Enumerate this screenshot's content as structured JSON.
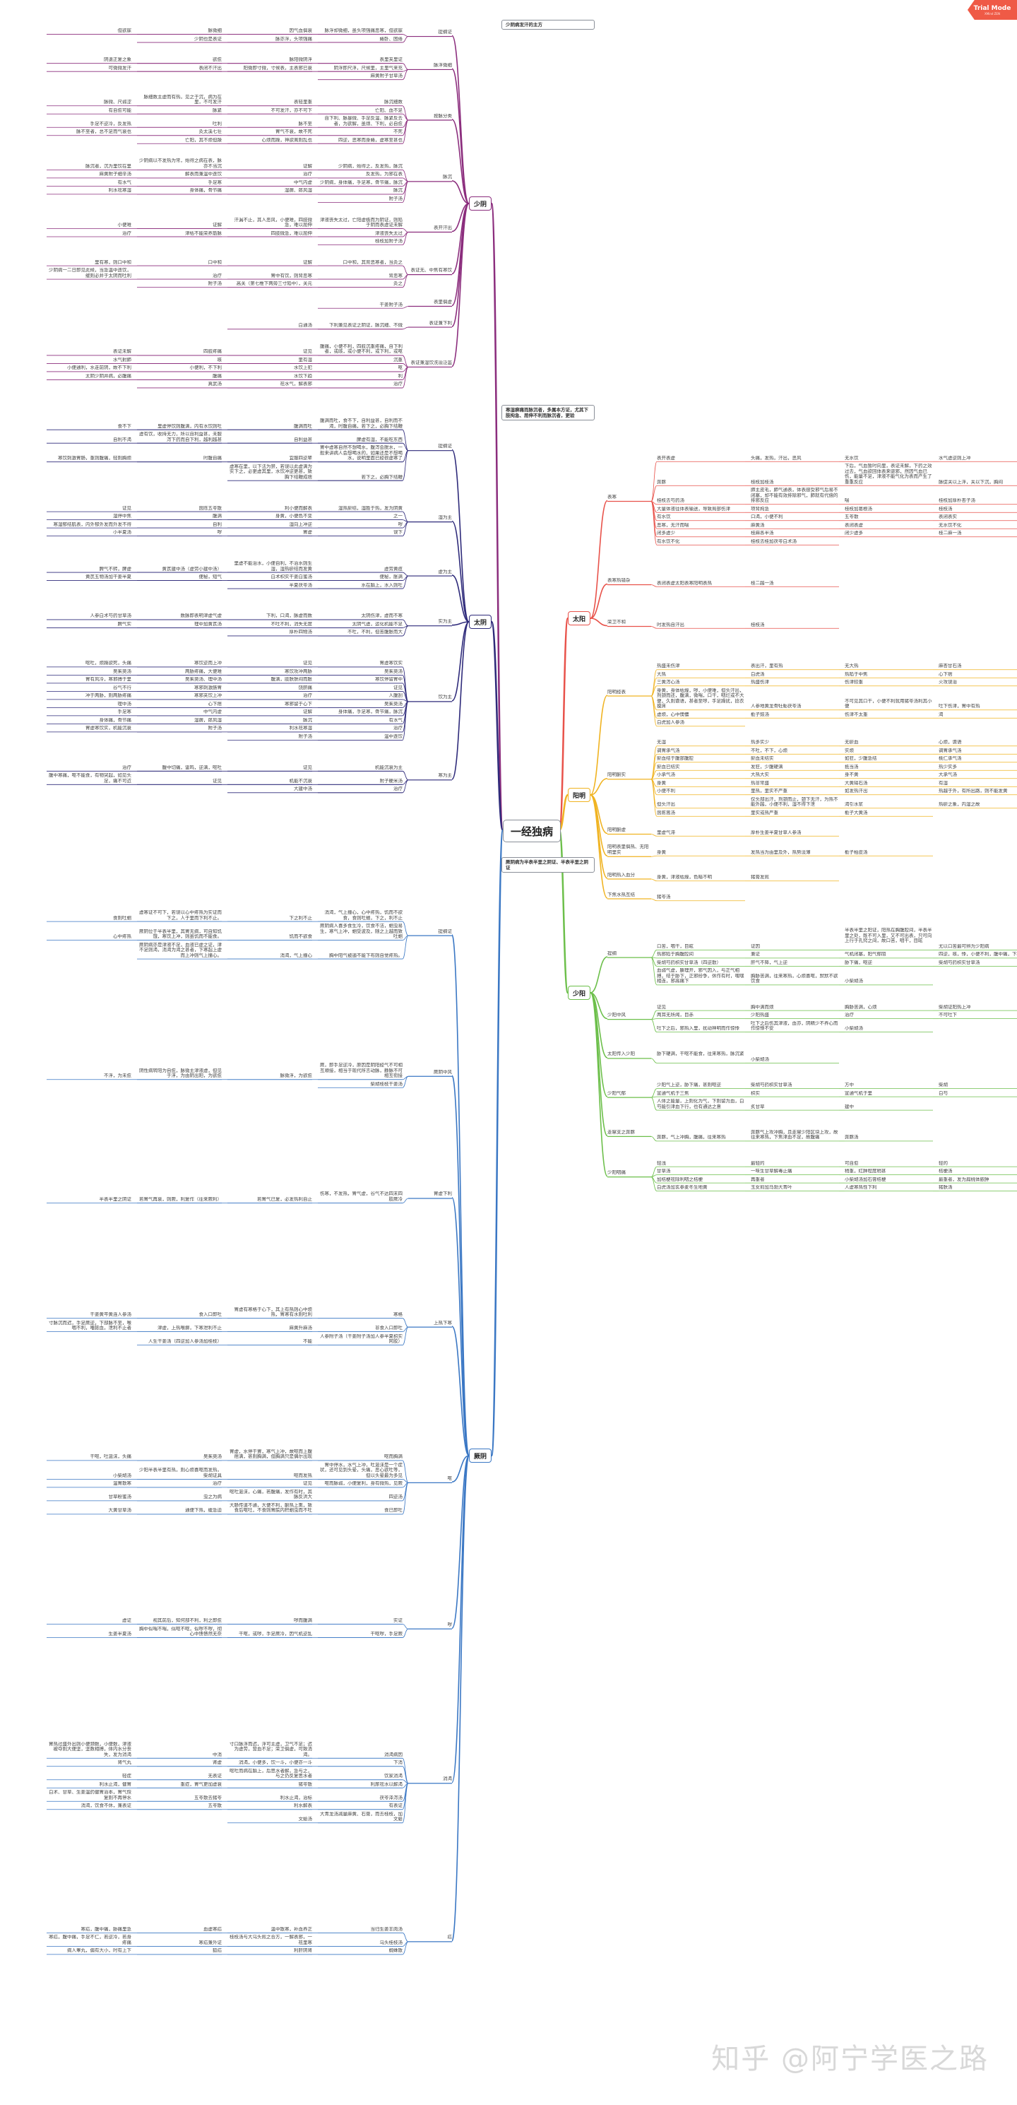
{
  "root": {
    "title": "一经独病"
  },
  "badge": {
    "title": "Trial Mode",
    "subtitle": "XMind ZEN"
  },
  "watermark": "知乎 @阿宁学医之路",
  "colors": {
    "shaoyin": "#8b2d7d",
    "taiyin": "#2e2a7a",
    "jueyin": "#3a77c4",
    "taiyang": "#e8524a",
    "yangming": "#f0b321",
    "shaoyang": "#6cbf4a"
  },
  "branches": [
    {
      "key": "shaoyin",
      "side": "left",
      "label": "少阴",
      "children": [
        {
          "label": "提纲证",
          "items": [
            "脉浮却微细，虽头项强痛恶寒，但欲寐",
            "因气血俱衰",
            "脉微细",
            "但欲寐",
            "蜷卧、困倦",
            "脉亦浮，头项强痛",
            "少阴也是表证"
          ]
        },
        {
          "label": "脉浮微细",
          "items": [
            "表里夹里证",
            "脉阳微阴浮",
            "欲愈",
            "阴退正复之象",
            "阴浮即尺浮，尺候里，主里气来充",
            "阳微即寸微，寸候表，主表邪已衰",
            "表闭不汗出",
            "可微微发汗",
            "麻黄附子甘草汤"
          ]
        },
        {
          "label": "按脉分类",
          "items": [
            "脉沉细数",
            "表轻里重",
            "脉细数主虚而有热，见之于沉，病为在里，不可发汗",
            "脉微、尺弱涩",
            "亡阳、血不足",
            "不可发汗，亦不可下",
            "脉紧",
            "有自愈可能",
            "自下利、脉暴微、手足反温、脉紧反去者，为欲解，虽烦、下利，必自愈",
            "脉不至",
            "吐利",
            "手足不逆冷，反发热",
            "不死",
            "胃气不衰，故不死",
            "灸太溪七壮",
            "脉不至者，总不足而气衰也",
            "四逆，恶寒而身蜷，虚寒至甚也",
            "心烦而躁，神欲离则乱也",
            "亡阳，其不烦但躁"
          ]
        },
        {
          "label": "脉沉",
          "items": [
            "少阴病，始得之，反发热，脉沉",
            "证解",
            "少阴病以不发热为常，始得之病在表，脉亦不当沉",
            "脉沉者，沉为里饮在里",
            "反发热，为邪在表",
            "治疗",
            "解表而兼温中逐饮",
            "麻黄附子细辛汤",
            "少阴病，身体痛，手足寒，骨节痛，脉沉",
            "中气内虚",
            "手足寒",
            "有水气",
            "脉沉",
            "湿痹、郎风湿",
            "身体痛，骨节痛",
            "利水祛寒湿",
            "附子汤"
          ]
        },
        {
          "label": "表开汗出",
          "items": [
            "津液丧失太过，亡阳虚极而为阴证，则陷于阴而表虚证未解",
            "汗漏不止，其人恶风，小便难，四肢微急，难以屈伸",
            "证解",
            "小便难",
            "津液丧失太过",
            "四肢微急，难以屈伸",
            "津枯不能荣养筋脉",
            "治疗",
            "桂枝加附子汤"
          ]
        },
        {
          "label": "表证无、中焦有寒饮",
          "items": [
            "口中和，其背恶寒者，当灸之",
            "证解",
            "口中和",
            "里有寒，则口中和",
            "背恶寒",
            "胃中有饮，则背恶寒",
            "治疗",
            "少阴病一二日即见此候，当急温中逐饮，缓则必并于太阴而吐利",
            "灸之",
            "高关（第七椎下两旁三寸陷中），关元",
            "附子汤"
          ]
        },
        {
          "label": "表里俱虚",
          "items": [
            "干姜附子汤"
          ]
        },
        {
          "label": "表证兼下利",
          "items": [
            "下利兼见表证之阴证，脉沉细、不微",
            "白通汤"
          ]
        },
        {
          "label": "表证兼湿饮洗溢泛滥",
          "items": [
            "腹痛，小便不利，四肢沉重疼痛，自下利者，或咳，或小便不利，或下利，或呕",
            "证见",
            "四肢疼痛",
            "表证未解",
            "沉重",
            "里有湿",
            "咳",
            "水气射肺",
            "呕",
            "水饮上犯",
            "小便利，不下利",
            "小便通利，水走前阴，故不下利",
            "利",
            "水饮下趋",
            "腹痛",
            "太阴少阴并病，必腹痛",
            "治疗",
            "祛水气，解表邪",
            "真武汤"
          ]
        }
      ]
    },
    {
      "key": "taiyin",
      "side": "left",
      "label": "太阴",
      "children": [
        {
          "label": "提纲证",
          "items": [
            "腹满而吐，食不下，自利益甚，自利而不渴，时腹自痛，若下之，必胸下结鞭",
            "腹满而吐",
            "里虚停饮则腹满，内有水饮则吐",
            "食不下",
            "脾虚有湿，不能吃东西",
            "自利益甚",
            "虚有饮，收持无力，所以自利益甚，未服泻下药而自下利，越利越甚",
            "自利不渴",
            "胃中虚寒自然不想喝水，腹泻会脱水，一般来讲病人会想喝水的，如果还是不想喝水，说明里面已经很虚寒了",
            "宜服四逆辈",
            "时腹自痛",
            "寒饮刺激胃肠，重则腹痛，轻则胸烦",
            "若下之，必胸下结鞭",
            "虚寒在里，以下法为禁，若误以此虚满为实下之，必更虚其里，水饮冲逆更甚，致胸下结鞭成痞"
          ]
        },
        {
          "label": "湿为主",
          "items": [
            "湿热瘀结，湿胜于热，发为阴黄",
            "利小便而解表",
            "茵陈五苓散",
            "证见",
            "之一",
            "身黄，小便色不变",
            "腹满",
            "湿停中焦",
            "哕",
            "湿向上冲逆",
            "自利",
            "寒湿郁结肌表，内外郁外发而外发不得",
            "误下",
            "胃虚",
            "哕",
            "小半夏汤"
          ]
        },
        {
          "label": "虚为主",
          "items": [
            "虚劳黄疸",
            "里虚不能治水，小便自利，不治水则生湿，湿热瘀结而发黄",
            "黄芪建中汤（虚劳小建中汤）",
            "脾气不转，脾虚",
            "便秘，胀满",
            "白术枳实干姜白蜜汤",
            "便秘，短气",
            "黄芪五物汤加干姜半夏",
            "水在膈上，水入则吐",
            "半夏茯苓汤"
          ]
        },
        {
          "label": "实为主",
          "items": [
            "太阴伤津，虚而不寒",
            "下利，口渴，脉虚而数",
            "数脉即表明津虚气虚",
            "人参白术芍药甘草汤",
            "太阴气虚，运化机能不足",
            "不吐不利，消失无度",
            "理中加黄芪汤",
            "脾气实",
            "不吐，不利，但苦腹胀而大",
            "厚朴四物汤"
          ]
        },
        {
          "label": "饮为主",
          "items": [
            "胃虚寒饮实",
            "证见",
            "寒饮逆而上冲",
            "呕吐，烦躁欲死，头痛",
            "吴茱萸汤",
            "寒饮攻冲两胁",
            "两胁疼痛，大便难",
            "吴茱萸汤",
            "寒饮停留胃中",
            "腹满，肢肤肤闷而胀",
            "吴茱萸汤、理中汤",
            "胃有风冷，寒邪搏于里",
            "证见",
            "饶脐痛",
            "寒邪刺激肠胃",
            "谷气不行",
            "人腹刮",
            "治疗",
            "寒邪夹饮上冲",
            "冲于两胁，则两胁疼痛",
            "吴茱萸汤",
            "寒邪留于心下",
            "心下痞",
            "理中汤",
            "身体痛，手足寒，骨节痛，脉沉",
            "证解",
            "中气内虚",
            "手足寒",
            "有水气",
            "脉沉",
            "湿痹，郎风湿",
            "身体痛，骨节痛",
            "治疗",
            "利水祛寒湿",
            "附子汤",
            "胃虚寒饮实，机能沉衰",
            "温中逐饮",
            "附子汤"
          ]
        },
        {
          "label": "寒为主",
          "items": [
            "机能沉衰为主",
            "证见",
            "腹中切痛，雷鸣，逆满，呕吐",
            "治疗",
            "附子粳米汤",
            "机能不沉衰",
            "证见",
            "腹中寒痛，呕不能食，有物突起，如见头足，痛不可近",
            "治疗",
            "大建中汤"
          ]
        }
      ]
    },
    {
      "key": "jueyin",
      "side": "left",
      "label": "厥阴",
      "children": [
        {
          "label": "提纲证",
          "items": [
            "消渴，气上撞心，心中疼热，饥而不欲食，食则吐蛔，下之，利不止",
            "下之利不止",
            "虚寒证不可下，若误以心中疼热为实证而下之，人于里而下利不止。",
            "食则吐蛔",
            "厥阴病人喜多食生冷，饮食不洁，蛔虫易生，寒气上冲，蛔受波及，随之上越而致吐蛔",
            "饥而不欲食",
            "厥阴位于半表半里，其胃无病，可自知饥饿，寒饮上冲，则虽饥而不能食。",
            "心中疼热",
            "胸中阳气被遏不能下布则自觉疼热。",
            "消渴，气上撞心",
            "厥阴病亦是津液不足，血液已虚之证，津不足则渴，消渴为渴之甚者，下寒起上虚而上冲则气上撞心。"
          ]
        },
        {
          "label": "厥阴中风",
          "items": [
            "厥，即手足逆冷，原因是阴阳经气不可相互顺接，相当于现代所言动脉，静脉不可相互衔接",
            "脉微浮，为欲愈",
            "阴性病转阳为自愈，脉微主津液虚，但见于浮，为由阴出阳，为欲愈",
            "不浮，为未愈",
            "柴胡桂枝干姜汤"
          ]
        },
        {
          "label": "胃虚下利",
          "items": [
            "伤寒，不发热，胃气虚，谷气不达四末四肢厥冷",
            "若胃气已复，必发热利自止",
            "若胃气再衰，则厥，利复作（往来厥利）",
            "半表半里之阴证"
          ]
        },
        {
          "label": "上热下寒",
          "items": [
            "寒格",
            "胃虚有寒格于心下，其上有热则心中烦热，胃寒有水则吐利",
            "食入口即吐",
            "干姜黄芩黄连人参汤",
            "非食入口即吐",
            "麻黄升麻汤",
            "津虚，上热喉痹，下寒泄利不止",
            "寸脉沉而迟，手足厥逆，下部脉不至，喉咽不利，唾脓血，泄利不止者",
            "人参附子汤（干姜附子汤加人参半夏枳实阿胶）",
            "不能",
            "人生干姜汤（四逆加人参汤加桂枝）"
          ]
        },
        {
          "label": "呕",
          "items": [
            "呕而胸满",
            "胃虚，水停于胃，寒气上冲，故呕而上腹痞满，甚则胸满，但胸满只是偶尔出现",
            "吴茱萸汤",
            "干呕，吐涎沫，头痛",
            "胃中停水，水气上冲，吐涎沫是一个症状，还可见到头晕，头痛，恶心欲吐等，但以头晕最为多见",
            "呕而发热",
            "少阳半表半里有热，则心烦喜呕而发热，柴胡证具",
            "小柴胡汤",
            "呕而脉弱，小便复利，身有微热，见厥",
            "证见",
            "治疗",
            "温胃散寒",
            "四逆汤",
            "呕吐涎沫，心痛，若腹痛，发作有时，其脉反洪大",
            "虫之为病",
            "甘草粉蜜汤",
            "食已即吐",
            "大肠传道不通，大便不利，腑热上熏，致食后呕吐，不食则胃脘内积蛔虫而不吐",
            "通便下热，缓急迫",
            "大黄甘草汤"
          ]
        },
        {
          "label": "哕",
          "items": [
            "实证",
            "哕而腹满",
            "视其前后，知何部不利，利之即愈",
            "虚证",
            "干呕哕，手足厥",
            "干呕，或哕，手足厥冷，因气机逆乱",
            "胸中似喘不喘，似呕不呕，似哕不哕，彻心中愦愦然无奈",
            "生姜半夏汤"
          ]
        },
        {
          "label": "消渴",
          "items": [
            "消渴病因",
            "寸口脉浮而迟，浮可主虚，卫气不足；迟为虚劳，营血不足；荣卫俱虚，可致消渴。",
            "中消",
            "胃热过盛外出则小便频数，小便数，津液被夺则大便坚，坚数相搏，体内水分丧失，发为消渴",
            "下消",
            "消渴，小便多，饮一斗，小便亦一斗",
            "肾虚",
            "肾气丸",
            "饮家消渴",
            "呕吐而病在膈上，后思水者解，急与之，与之仍反复思水者",
            "无表证",
            "轻症",
            "利尿祛水以解渴",
            "猪苓散",
            "重症，胃气更加虚衰",
            "利水止渴，健胃",
            "茯苓泽泻汤",
            "利水止渴，治标",
            "五苓散去猪苓",
            "白术、甘草、生姜温药健胃治本，胃气恢复则不再停水",
            "有表证",
            "利水解表",
            "五苓散",
            "消渴，饮食不休，兼表证",
            "大青龙汤减量麻黄、石膏，而去桂枝，加文蛤",
            "文蛤汤"
          ]
        },
        {
          "label": "疝",
          "items": [
            "当归生姜羊肉汤",
            "温中散寒，补血养正",
            "血虚寒疝",
            "寒疝，腹中痛，胁痛里急",
            "乌头桂枝汤",
            "桂枝汤与大乌头煎之合方，一解表邪，一祛里寒",
            "寒疝兼外证",
            "寒疝，腹中痛，手足不仁，若逆冷，若身疼痛",
            "蜘蛛散",
            "利肝阴肾",
            "狐疝",
            "病人睾丸，偏有大小，时有上下"
          ]
        }
      ]
    },
    {
      "key": "taiyang",
      "side": "right",
      "label": "太阳",
      "children": [
        {
          "label": "表寒",
          "items": [
            "表开表虚",
            "头痛，发热，汗出，恶风",
            "无水饮",
            "水气虚逆则上冲",
            "奔豚",
            "桂枝加桂汤",
            "下后，气血暂时向里，表证未解，下药之效过去，气血欲回体表来驱邪，然因气血已伤，能量不足，津液不能气化为表而产生了重重反应",
            "脉促关以上浮，关以下沉，胸闷",
            "桂枝去芍药汤",
            "肺主皮毛，肺气通表，体表感受邪气后易不闭塞，却不能有效排除邪气，肺就有代偿的排邪反应",
            "喘",
            "桂枝加厚朴杏子汤",
            "大量体液往体表输送，导致局部伤津",
            "项背拘急",
            "桂枝加葛根汤",
            "桂枝汤",
            "有水饮",
            "口渴，小便不利",
            "五苓散",
            "表闭表实",
            "恶寒，无汗而喘",
            "麻黄汤",
            "表闭表虚",
            "无水饮不化",
            "闭多虚少",
            "桂麻各半汤",
            "闭少虚多",
            "桂二麻一汤",
            "有水饮不化",
            "桂枝去桂加茯苓白术汤"
          ]
        },
        {
          "label": "表寒热错杂",
          "items": [
            "表闭表虚太阳表寒阳明表热",
            "桂二越一汤"
          ]
        },
        {
          "label": "荣卫不和",
          "items": [
            "时发热自汗出",
            "桂枝汤"
          ]
        }
      ]
    },
    {
      "key": "yangming",
      "side": "right",
      "label": "阳明",
      "children": [
        {
          "label": "阳明经表",
          "items": [
            "热盛未伤津",
            "表出汗，里有热",
            "无大热",
            "麻杏甘石汤",
            "大热",
            "白虎汤",
            "热陷于中焦",
            "心下痞",
            "三黄泻心汤",
            "热盛伤津",
            "伤津较重",
            "火攻误治",
            "身黄，身体枯燥，哕，小便难，但头汗出，剂颈而还，腹满，微喘，口干，咽烂或不大便，久则谵语，甚者至哕，手足躁扰，捻衣摸床",
            "人参地黄龙骨牡蛎茯苓汤",
            "不可见其口干，小便不利就用猪苓汤利其小便",
            "吐下伤津，胃中有热",
            "虚烦，心中懊憹",
            "栀子豉汤",
            "伤津不太重",
            "渴",
            "白虎加人参汤"
          ]
        },
        {
          "label": "阳明腑实",
          "items": [
            "无湿",
            "热多实少",
            "无瘀血",
            "心烦，谵语",
            "调胃承气汤",
            "不吐，不下，心烦",
            "实烦",
            "调胃承气汤",
            "瘀血结于腹部腹腔",
            "瘀血未结实",
            "如狂，少腹急结",
            "桃仁承气汤",
            "瘀血已结实",
            "发狂，少腹硬满",
            "抵当汤",
            "热少实多",
            "小承气汤",
            "大热大实",
            "身不黄",
            "大承气汤",
            "身黄",
            "热非常盛",
            "大黄硝石汤",
            "有湿",
            "小便不利",
            "里热，里实不严重",
            "如发热汗出",
            "热越于外，有所出路，则不能发黄",
            "但头汗出",
            "仅头部出汗，剂颈而止，颈下无汗，为热不能外越，小便不利，湿不得下泄",
            "渴引水浆",
            "热瘀之象，内湿之故",
            "茵陈蒿汤",
            "里实或热严重",
            "栀子大黄汤"
          ]
        },
        {
          "label": "阳明腑虚",
          "items": [
            "里虚气滞",
            "厚朴生姜半夏甘草人参汤"
          ]
        },
        {
          "label": "阳明表里俱热、无阳明里实",
          "items": [
            "身黄",
            "发热当为由里及外，热势淡薄",
            "栀子柏皮汤"
          ]
        },
        {
          "label": "阳明热入血分",
          "items": [
            "身黄，津液枯燥，色暗不明",
            "猪膏发煎"
          ]
        },
        {
          "label": "下焦水热互结",
          "items": [
            "猪苓汤"
          ]
        }
      ]
    },
    {
      "key": "shaoyang",
      "side": "right",
      "label": "少阳",
      "children": [
        {
          "label": "提纲",
          "items": [
            "口苦，咽干，目眩",
            "证因",
            "半表半里之阳证，阳热在胸腹腔间，半表半里之处，既不可入里，又不可出表，只可向上行于孔窍之间，故口苦，咽干，目眩",
            "尤以口苦最可辨为少阳病",
            "热邪陷于胸腹腔间",
            "兼证",
            "气机闭塞，阳气郁阻",
            "四逆，咳，悸，小便不利，腹中痛，下利",
            "柴胡芍药枳实甘草汤（四逆散）",
            "肝气不降，气上逆",
            "胁下痛，呕逆",
            "柴胡芍药枳实甘草汤",
            "血弱气虚，腠理开，邪气因入，与正气相搏，结于胁下，正邪纷争，休作有时，嘿嘿相连，邪高痛下",
            "胸胁苦满，往来寒热，心烦喜呕，默默不欲饮食",
            "小柴胡汤"
          ]
        },
        {
          "label": "少阳中风",
          "items": [
            "证见",
            "胸中满而烦",
            "胸胁苦满，心烦",
            "柴胡证阳热上冲",
            "两耳无所闻，目赤",
            "少阳热盛",
            "治疗",
            "不可吐下",
            "吐下之后，邪热入里，扰动神明而作惊悸",
            "吐下之后伤其津液，血亦，阴精少不养心而作惊悸不安",
            "小柴胡汤"
          ]
        },
        {
          "label": "太阳传入少阳",
          "items": [
            "胁下硬满，干呕不能食，往来寒热，脉沉紧",
            "小柴胡汤"
          ]
        },
        {
          "label": "少阳气郁",
          "items": [
            "少阳气上逆，胁下痛，甚则呕逆",
            "柴胡芍药枳实甘草汤",
            "方中",
            "柴胡",
            "宣通气机于三焦",
            "枳实",
            "宣通气机于里",
            "白芍",
            "人体之能量，上则化为气，下则留为血，白芍能引津血下行，也有通达之意",
            "炙甘草",
            "建中"
          ]
        },
        {
          "label": "走窜支之奔豚",
          "items": [
            "奔豚，气上冲胸，腹痛，往来寒热",
            "奔豚气上攻冲胸，且走窜少阳区块上攻，故往来寒热，下焦津血不足，故腹痛",
            "奔豚汤"
          ]
        },
        {
          "label": "少阳咽痛",
          "items": [
            "轻浅",
            "最轻的",
            "可自愈",
            "轻的",
            "甘草汤",
            "一味生甘草解毒止痛",
            "稍重，红肿程度稍甚",
            "桔梗汤",
            "加桔梗祛除利咽之桔梗",
            "再重者",
            "小柴胡汤加石膏桔梗",
            "最重者，发为扁桃体脓肿",
            "白虎汤加玄参麦冬生地黄",
            "玉女煎加马勃大青叶",
            "人虚寒热性下利",
            "猪肤汤"
          ]
        }
      ]
    }
  ],
  "notes": [
    {
      "branch": "shaoyin",
      "text": "少阴病发汗的主方"
    },
    {
      "branch": "taiyin",
      "text": "寒湿痹痛而脉沉者，多属本方证，尤其下肢拘急、屈伸不利而脉沉者，更验"
    },
    {
      "branch": "jueyin",
      "text": "厥阴病为半表半里之阴证、半表半里之阴证"
    }
  ]
}
